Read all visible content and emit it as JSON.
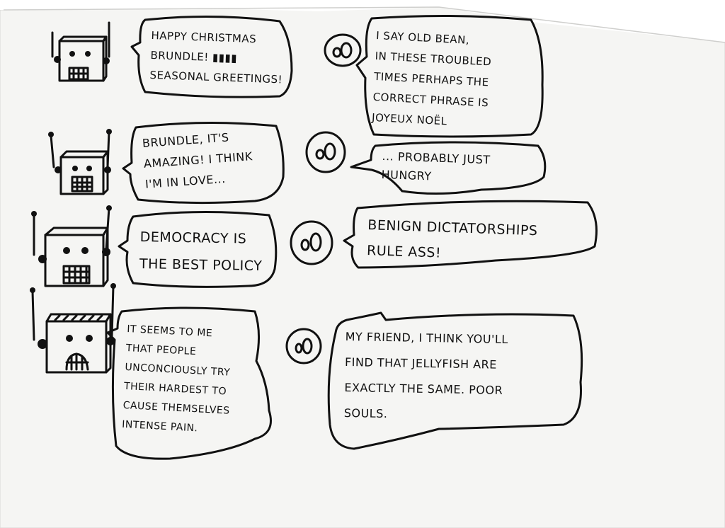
{
  "bubbles": [
    {
      "text": "HAPPY CHRISTMAS\nBRUNDLE! ▮▮▮▮\nSEASONAL GREETINGS!"
    },
    {
      "text": "I SAY OLD BEAN,\nIN THESE TROUBLED\nTIMES PERHAPS THE\nCORRECT PHRASE IS\nJOYEUX NOËL"
    },
    {
      "text": "BRUNDLE, IT'S\nAMAZING! I THINK\nI'M IN LOVE..."
    },
    {
      "text": "... PROBABLY JUST\nHUNGRY"
    },
    {
      "text": "DEMOCRACY IS\nTHE BEST POLICY"
    },
    {
      "text": "BENIGN DICTATORSHIPS\nRULE ASS!"
    },
    {
      "text": "IT SEEMS TO ME\nTHAT PEOPLE\nUNCONCIOUSLY TRY\nTHEIR HARDEST TO\nCAUSE THEMSELVES\nINTENSE PAIN."
    },
    {
      "text": "MY FRIEND, I THINK YOU'LL\nFIND THAT JELLYFISH ARE\nEXACTLY THE SAME. POOR\nSOULS."
    }
  ]
}
